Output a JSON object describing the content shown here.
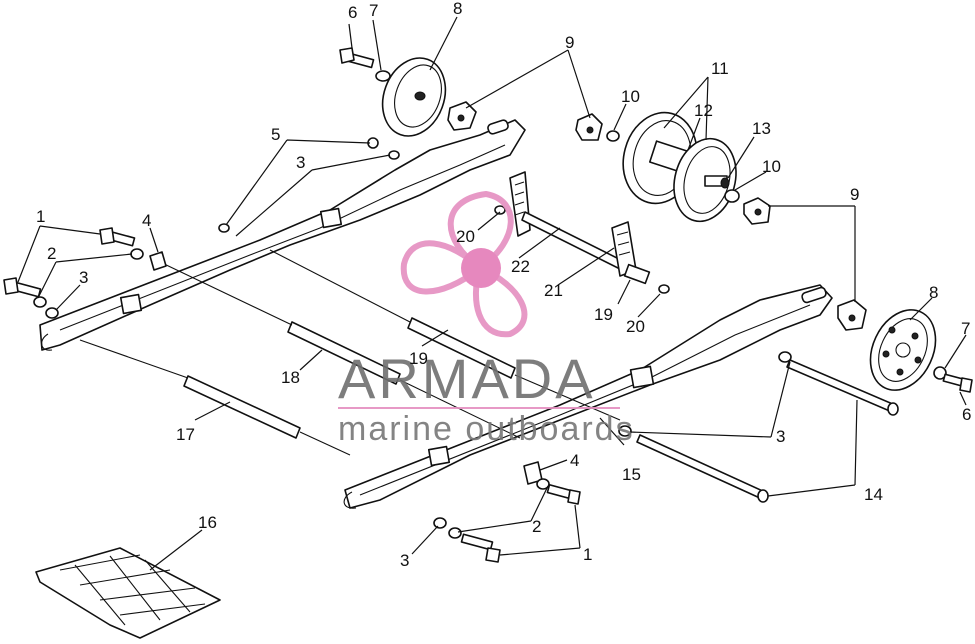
{
  "diagram": {
    "callouts": [
      "1",
      "2",
      "3",
      "4",
      "5",
      "6",
      "7",
      "8",
      "9",
      "10",
      "11",
      "12",
      "13",
      "14",
      "15",
      "16",
      "17",
      "18",
      "19",
      "20",
      "21",
      "22"
    ]
  },
  "watermark": {
    "brand": "ARMADA",
    "tagline": "marine outboards",
    "logo_color": "#e58fc0",
    "logo_center_color": "#e47cb8"
  }
}
